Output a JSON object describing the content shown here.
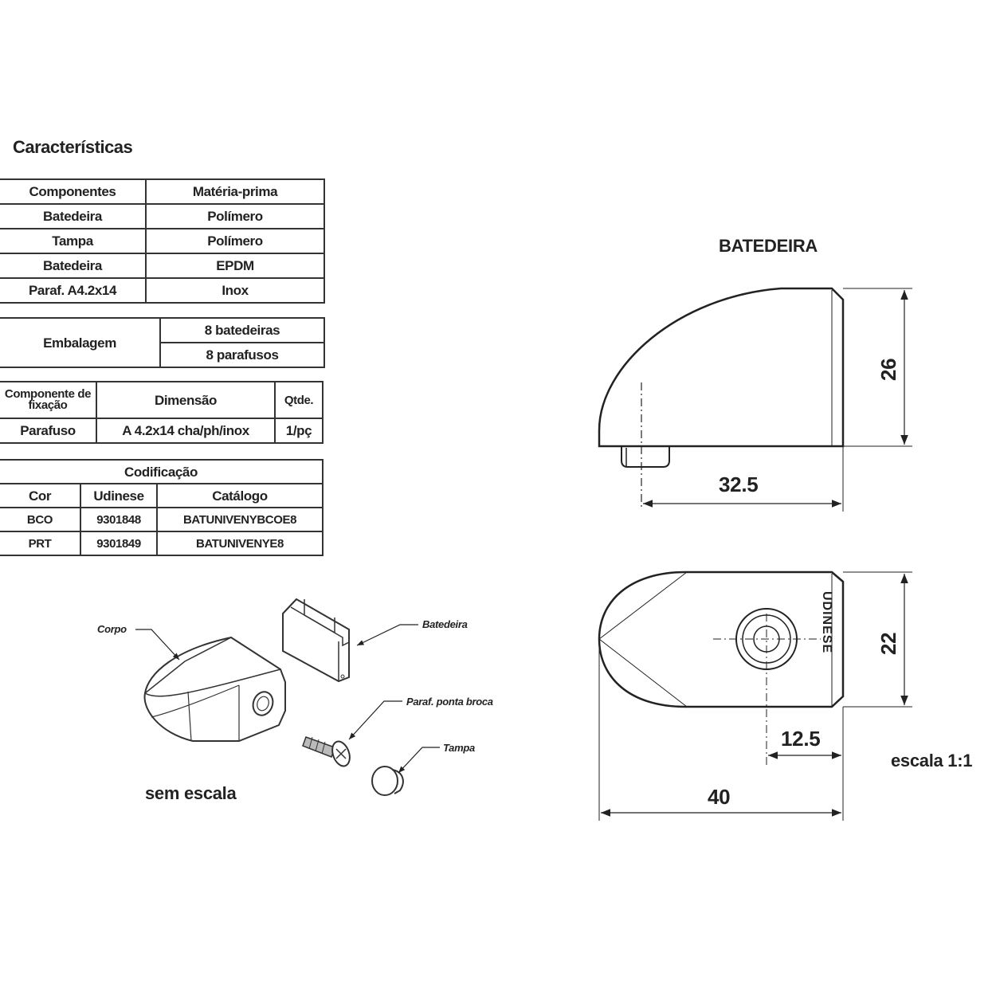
{
  "heading": "Características",
  "materials": {
    "header": [
      "Componentes",
      "Matéria-prima"
    ],
    "rows": [
      [
        "Batedeira",
        "Polímero"
      ],
      [
        "Tampa",
        "Polímero"
      ],
      [
        "Batedeira",
        "EPDM"
      ],
      [
        "Paraf. A4.2x14",
        "Inox"
      ]
    ]
  },
  "packaging": {
    "label": "Embalagem",
    "items": [
      "8 batedeiras",
      "8 parafusos"
    ]
  },
  "fixing": {
    "header": [
      "Componente de fixação",
      "Dimensão",
      "Qtde."
    ],
    "row": [
      "Parafuso",
      "A 4.2x14 cha/ph/inox",
      "1/pç"
    ]
  },
  "coding": {
    "title": "Codificação",
    "header": [
      "Cor",
      "Udinese",
      "Catálogo"
    ],
    "rows": [
      [
        "BCO",
        "9301848",
        "BATUNIVENYBCOE8"
      ],
      [
        "PRT",
        "9301849",
        "BATUNIVENYE8"
      ]
    ]
  },
  "exploded": {
    "labels": {
      "corpo": "Corpo",
      "batedeira": "Batedeira",
      "parafuso": "Paraf. ponta broca",
      "tampa": "Tampa"
    },
    "scale_note": "sem escala"
  },
  "drawing": {
    "title": "BATEDEIRA",
    "dimensions": {
      "height_side": "26",
      "length_side": "32.5",
      "height_top": "22",
      "hole_offset": "12.5",
      "length_total": "40"
    },
    "brand_mark": "UDINESE",
    "scale_note": "escala 1:1"
  }
}
